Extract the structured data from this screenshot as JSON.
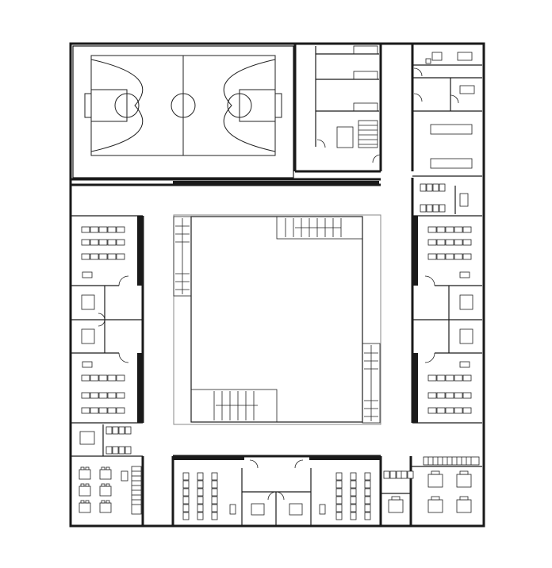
{
  "plan": {
    "background": "#ffffff",
    "line_color": "#1a1a1a",
    "wings": [
      "north-wing",
      "west-wing",
      "east-wing",
      "south-wing",
      "central-courtyard"
    ],
    "rooms": {
      "basketball_court": {
        "icon": "basketball-court"
      },
      "stair_core_north": {
        "icon": "stairs"
      },
      "courtyard": {
        "icon": "courtyard"
      },
      "classrooms_west": {
        "count": 2,
        "icon": "desk-grid"
      },
      "classrooms_east": {
        "count": 2,
        "icon": "desk-grid"
      },
      "classrooms_south": {
        "count": 2,
        "icon": "desk-grid"
      },
      "offices_southeast": {
        "icon": "table-chairs"
      },
      "offices_southwest": {
        "icon": "table-chairs"
      },
      "toilets": {
        "icon": "toilet"
      }
    }
  }
}
